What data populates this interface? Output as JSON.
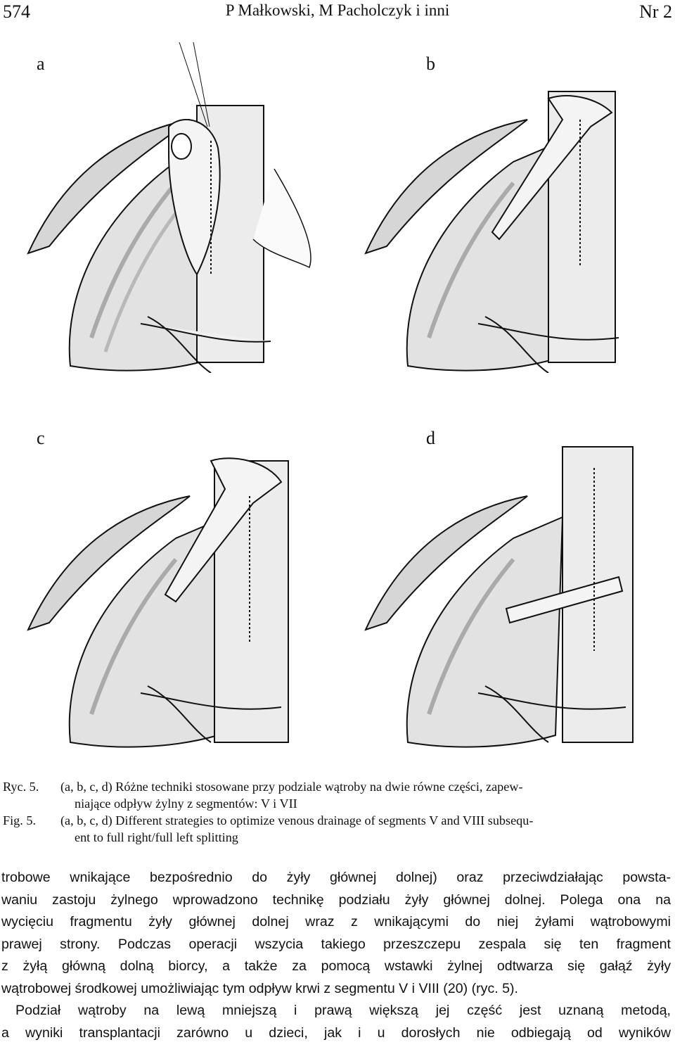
{
  "header": {
    "page_number": "574",
    "running_title": "P Małkowski, M Pacholczyk i inni",
    "issue": "Nr 2"
  },
  "panels": [
    "a",
    "b",
    "c",
    "d"
  ],
  "caption": {
    "ryc_tag": "Ryc. 5.",
    "ryc_line1": "(a, b, c, d) Różne techniki stosowane przy podziale wątroby na dwie równe części, zapew-",
    "ryc_line2": "niające odpływ żylny z segmentów: V i VII",
    "fig_tag": "Fig. 5.",
    "fig_line1": "(a, b, c, d) Different strategies to optimize venous drainage of segments V and VIII subsequ-",
    "fig_line2": "ent to full right/full left splitting"
  },
  "body": {
    "lines": [
      "trobowe wnikające bezpośrednio do żyły głównej dolnej) oraz przeciwdziałając powsta-",
      "waniu zastoju żylnego wprowadzono technikę podziału żyły głównej dolnej. Polega ona na",
      "wycięciu fragmentu żyły głównej dolnej wraz z wnikającymi do niej żyłami wątrobowymi",
      "prawej strony. Podczas operacji wszycia takiego przeszczepu zespala się ten fragment",
      "z żyłą główną dolną biorcy, a także za pomocą wstawki żylnej odtwarza się gałąź żyły",
      "wątrobowej środkowej umożliwiając tym odpływ krwi  z segmentu V i VIII (20) (ryc. 5).",
      "Podział wątroby na lewą mniejszą i prawą większą jej część jest uznaną metodą,",
      "a wyniki transplantacji zarówno u dzieci, jak i u dorosłych nie odbiegają od wyników"
    ]
  }
}
